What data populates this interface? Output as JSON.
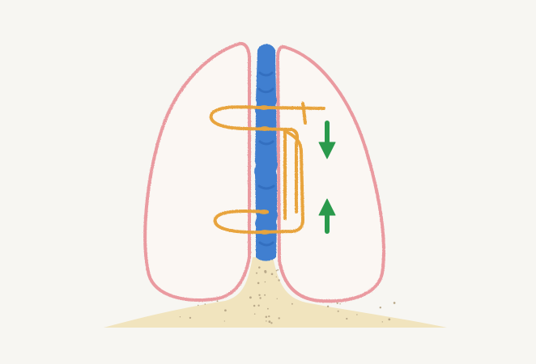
{
  "illustration": {
    "subject": "suture-diagram",
    "colors": {
      "background": "#f3f1ec",
      "paper": "#f7f6f2",
      "lobe_outline": "#ea9aa0",
      "lobe_fill": "#fbf7f3",
      "central_strip": "#3f7fd0",
      "central_strip_dark": "#2f6bbb",
      "suture": "#e8a43c",
      "arrow": "#2a9a4c",
      "base": "#efe2b8",
      "base_speckle": "#b9a98a"
    },
    "arrows": [
      {
        "name": "arrow-down-icon",
        "direction": "down"
      },
      {
        "name": "arrow-up-icon",
        "direction": "up"
      }
    ]
  }
}
